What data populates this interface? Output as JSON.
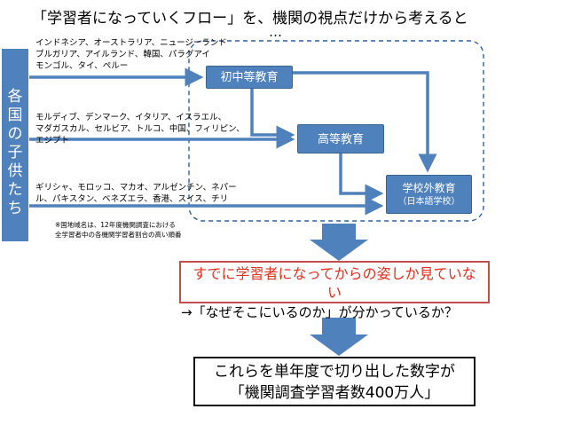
{
  "title": "「学習者になっていくフロー」を、機関の視点だけから考えると",
  "title_continuation": "…",
  "side_label": [
    "各",
    "国",
    "の",
    "子",
    "供",
    "た",
    "ち"
  ],
  "groups": [
    {
      "lines": [
        "インドネシア、オーストラリア、ニュージーランド",
        "ブルガリア、アイルランド、韓国、パラグアイ",
        "モンゴル、タイ、ペルー"
      ]
    },
    {
      "lines": [
        "モルディブ、デンマーク、イタリア、イスラエル、",
        "マダガスカル、セルビア、トルコ、中国、フィリピン、",
        "エジプト"
      ]
    },
    {
      "lines": [
        "ギリシャ、モロッコ、マカオ、アルゼンチン、ネパー",
        "ル、パキスタン、ベネズエラ、香港、スイス、チリ"
      ]
    }
  ],
  "note_lines": [
    "※国地域名は、12年度機関調査における",
    "全学習者中の各機関学習者割合の高い順番"
  ],
  "stages": {
    "primary_secondary": "初中等教育",
    "higher": "高等教育",
    "out_of_school": "学校外教育",
    "out_of_school_sub": "（日本語学校）"
  },
  "callout": {
    "lines": [
      "すでに学習者になってからの姿しか見ていな",
      "い"
    ]
  },
  "question": "→「なぜそこにいるのか」が分かっているか？",
  "conclusion": {
    "lines": [
      "これらを単年度で切り出した数字が",
      "「機関調査学習者数400万人」"
    ]
  },
  "colors": {
    "blue": "#4f81bd",
    "dashed_border": "#2e5f9e",
    "red": "#c0504d"
  }
}
